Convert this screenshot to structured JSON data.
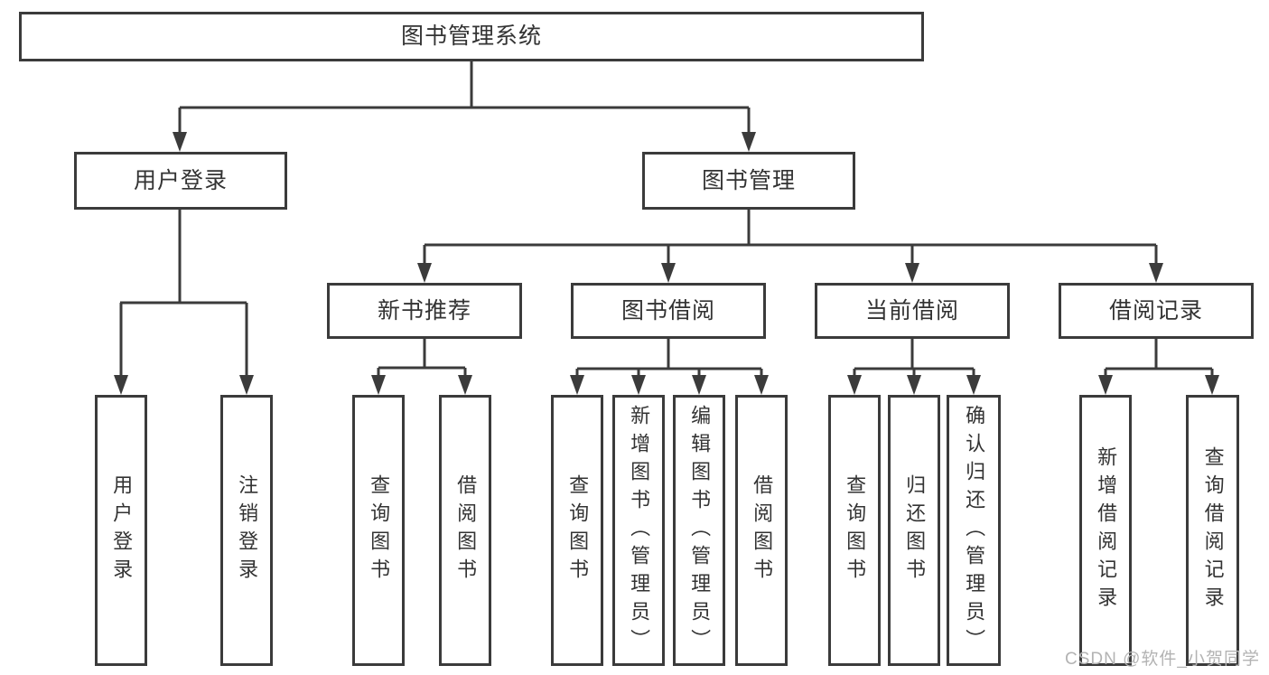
{
  "diagram": {
    "root_label": "图书管理系统",
    "branches": {
      "user_login": {
        "label": "用户登录",
        "children": [
          "用户登录",
          "注销登录"
        ]
      },
      "book_management": {
        "label": "图书管理",
        "sections": [
          {
            "label": "新书推荐",
            "children": [
              "查询图书",
              "借阅图书"
            ]
          },
          {
            "label": "图书借阅",
            "children": [
              "查询图书",
              "新增图书（管理员）",
              "编辑图书（管理员）",
              "借阅图书"
            ]
          },
          {
            "label": "当前借阅",
            "children": [
              "查询图书",
              "归还图书",
              "确认归还（管理员）"
            ]
          },
          {
            "label": "借阅记录",
            "children": [
              "新增借阅记录",
              "查询借阅记录"
            ]
          }
        ]
      }
    },
    "colors": {
      "line": "#3b3b3b",
      "text": "#333333",
      "watermark": "#b3b3b3",
      "background": "#ffffff"
    },
    "watermark": "CSDN @软件_小贺同学"
  }
}
